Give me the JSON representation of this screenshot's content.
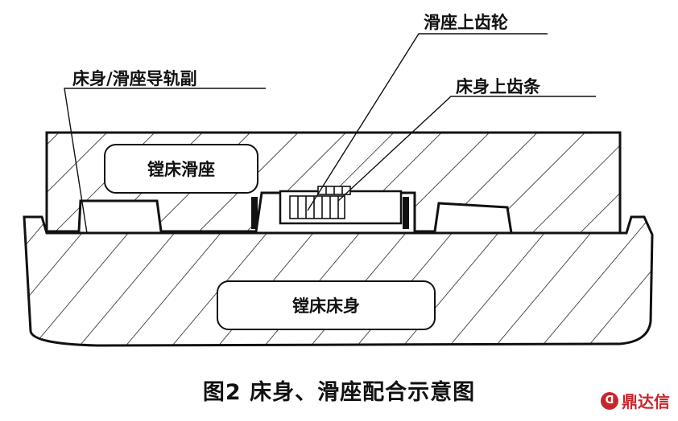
{
  "labels": {
    "slide_gear": "滑座上齿轮",
    "bed_rack": "床身上齿条",
    "guide_pair": "床身/滑座导轨副",
    "slide": "镗床滑座",
    "bed": "镗床床身"
  },
  "caption": "图2  床身、滑座配合示意图",
  "watermark": {
    "mark": "ᗡ",
    "text": "鼎达信",
    "color": "#c8262d"
  }
}
